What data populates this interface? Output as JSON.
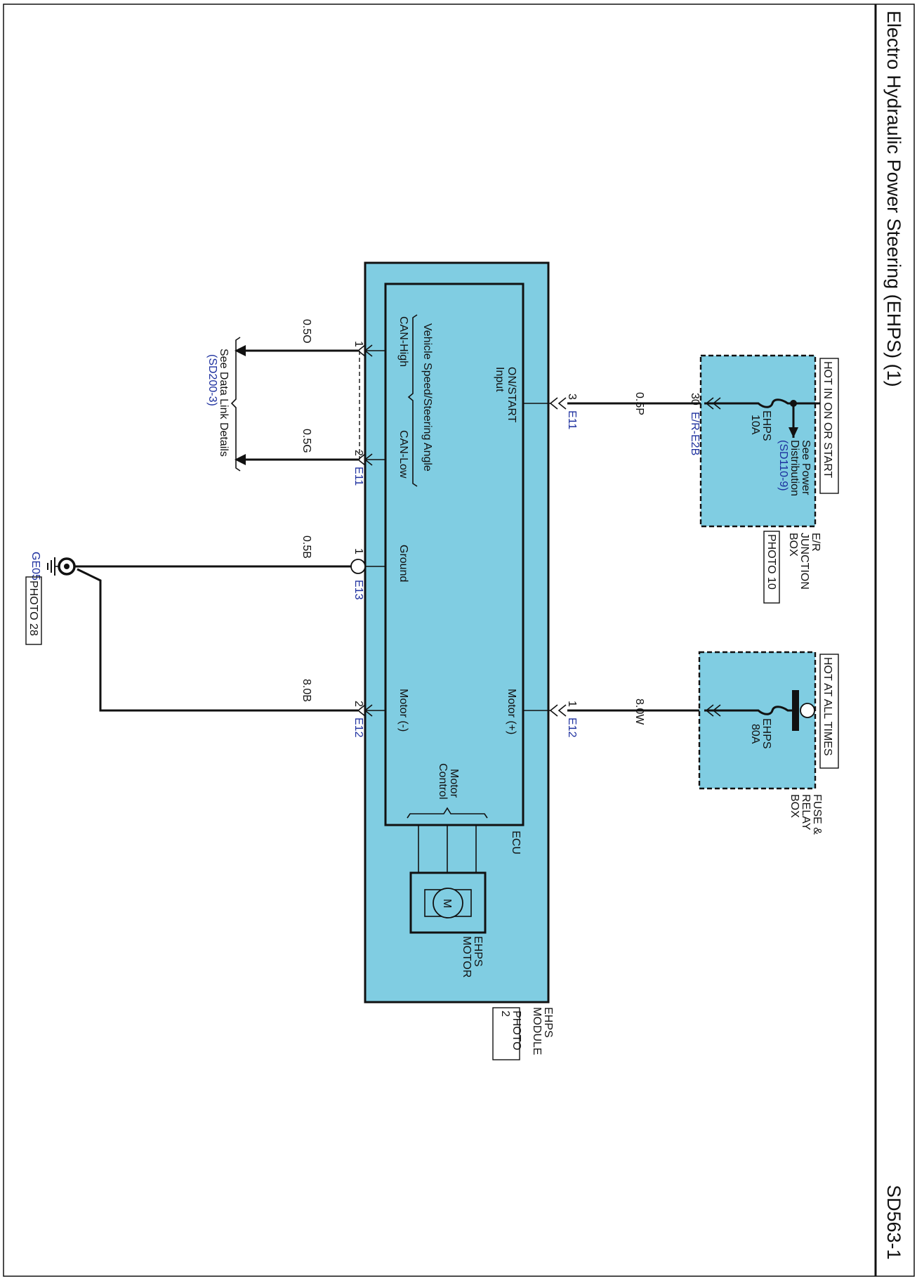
{
  "title": "Electro Hydraulic Power Steering (EHPS) (1)",
  "page_code": "SD563-1",
  "junction_box": {
    "hot_label": "HOT IN ON OR START",
    "see_ref": [
      "See Power",
      "Distribution"
    ],
    "see_code": "(SD110-9)",
    "fuse_name": "EHPS",
    "fuse_rating": "10A",
    "name": [
      "E/R",
      "JUNCTION",
      "BOX"
    ],
    "photo": "PHOTO 10",
    "pin": "30",
    "connector": "E/R-E2B"
  },
  "fuse_relay_box": {
    "hot_label": "HOT AT ALL TIMES",
    "fuse_name": "EHPS",
    "fuse_rating": "80A",
    "name": [
      "FUSE &",
      "RELAY",
      "BOX"
    ]
  },
  "wires": {
    "on_start": "0.5P",
    "motor_plus": "8.0W",
    "can_high": "0.5O",
    "can_low": "0.5G",
    "ground": "0.5B",
    "motor_minus": "8.0B"
  },
  "pins": {
    "on_start": "3",
    "motor_plus": "1",
    "can_high": "1",
    "can_low": "2",
    "ground": "1",
    "motor_minus": "2"
  },
  "connectors": {
    "e11_top": "E11",
    "e12_top": "E12",
    "e11_bottom": "E11",
    "e13": "E13",
    "e12_bottom": "E12"
  },
  "module": {
    "on_start": [
      "ON/START",
      "Input"
    ],
    "motor_plus": "Motor (+)",
    "motor_control": [
      "Motor",
      "Control"
    ],
    "vehicle_speed": "Vehicle Speed/Steering Angle",
    "can_high": "CAN-High",
    "can_low": "CAN-Low",
    "ground": "Ground",
    "motor_minus": "Motor (-)",
    "ecu": "ECU",
    "motor_symbol": "M",
    "motor_name": [
      "EHPS",
      "MOTOR"
    ],
    "name": [
      "EHPS",
      "MODULE"
    ],
    "photo": [
      "PHOTO",
      "2"
    ]
  },
  "data_link": {
    "text": "See Data Link Details",
    "code": "(SD200-3)"
  },
  "ground_point": {
    "name": "GE05",
    "photo": "PHOTO 28"
  }
}
